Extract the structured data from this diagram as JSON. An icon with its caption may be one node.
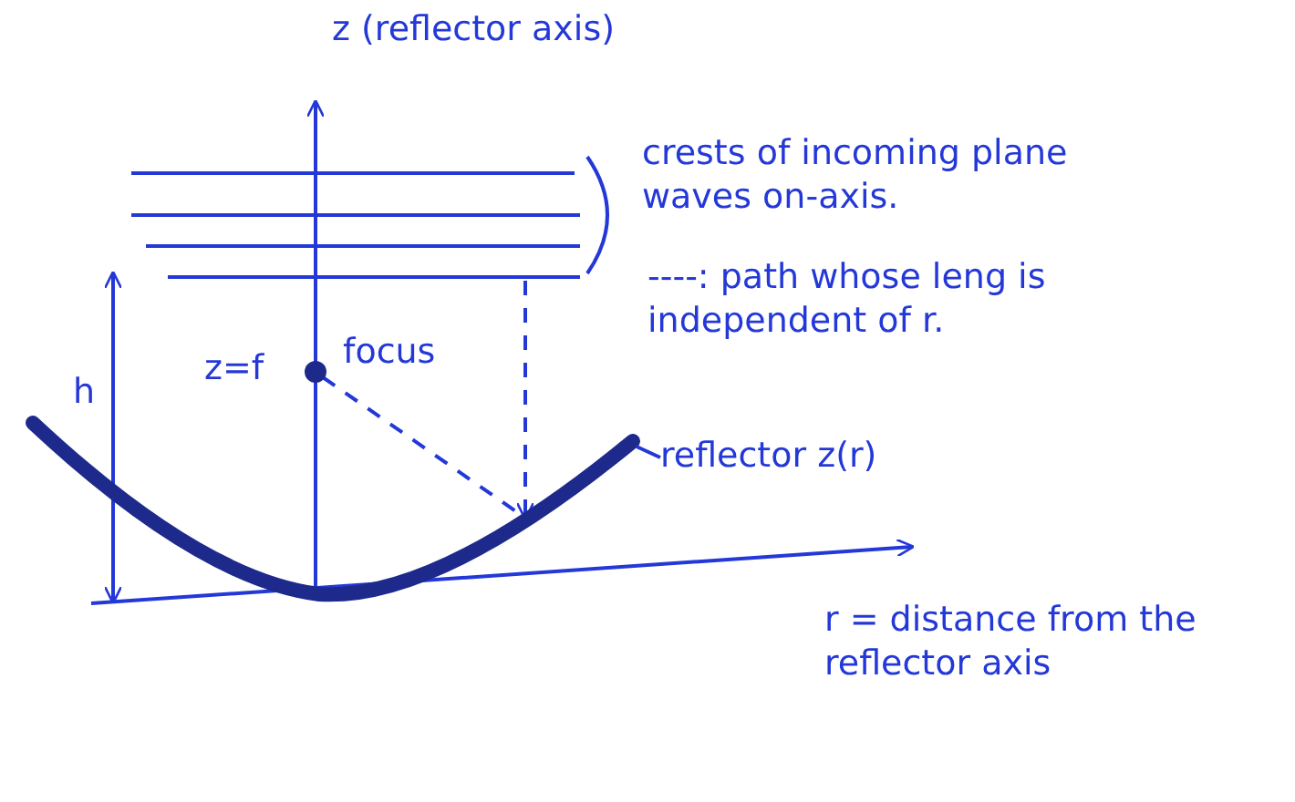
{
  "diagram": {
    "nodes": [
      {
        "text": [
          "reflector z(r)"
        ]
      },
      {
        "text": [],
        "shape": "curve"
      }
    ],
    "edges": [
      {
        "from": 0,
        "to": 1,
        "arrow": "none"
      }
    ],
    "labels": [
      "z (reflector axis)",
      "crests of incoming plane waves on-axis.",
      "----: path whose leng is independent of r.",
      "h",
      "z=f",
      "focus",
      "r = distance from the reflector axis"
    ]
  }
}
